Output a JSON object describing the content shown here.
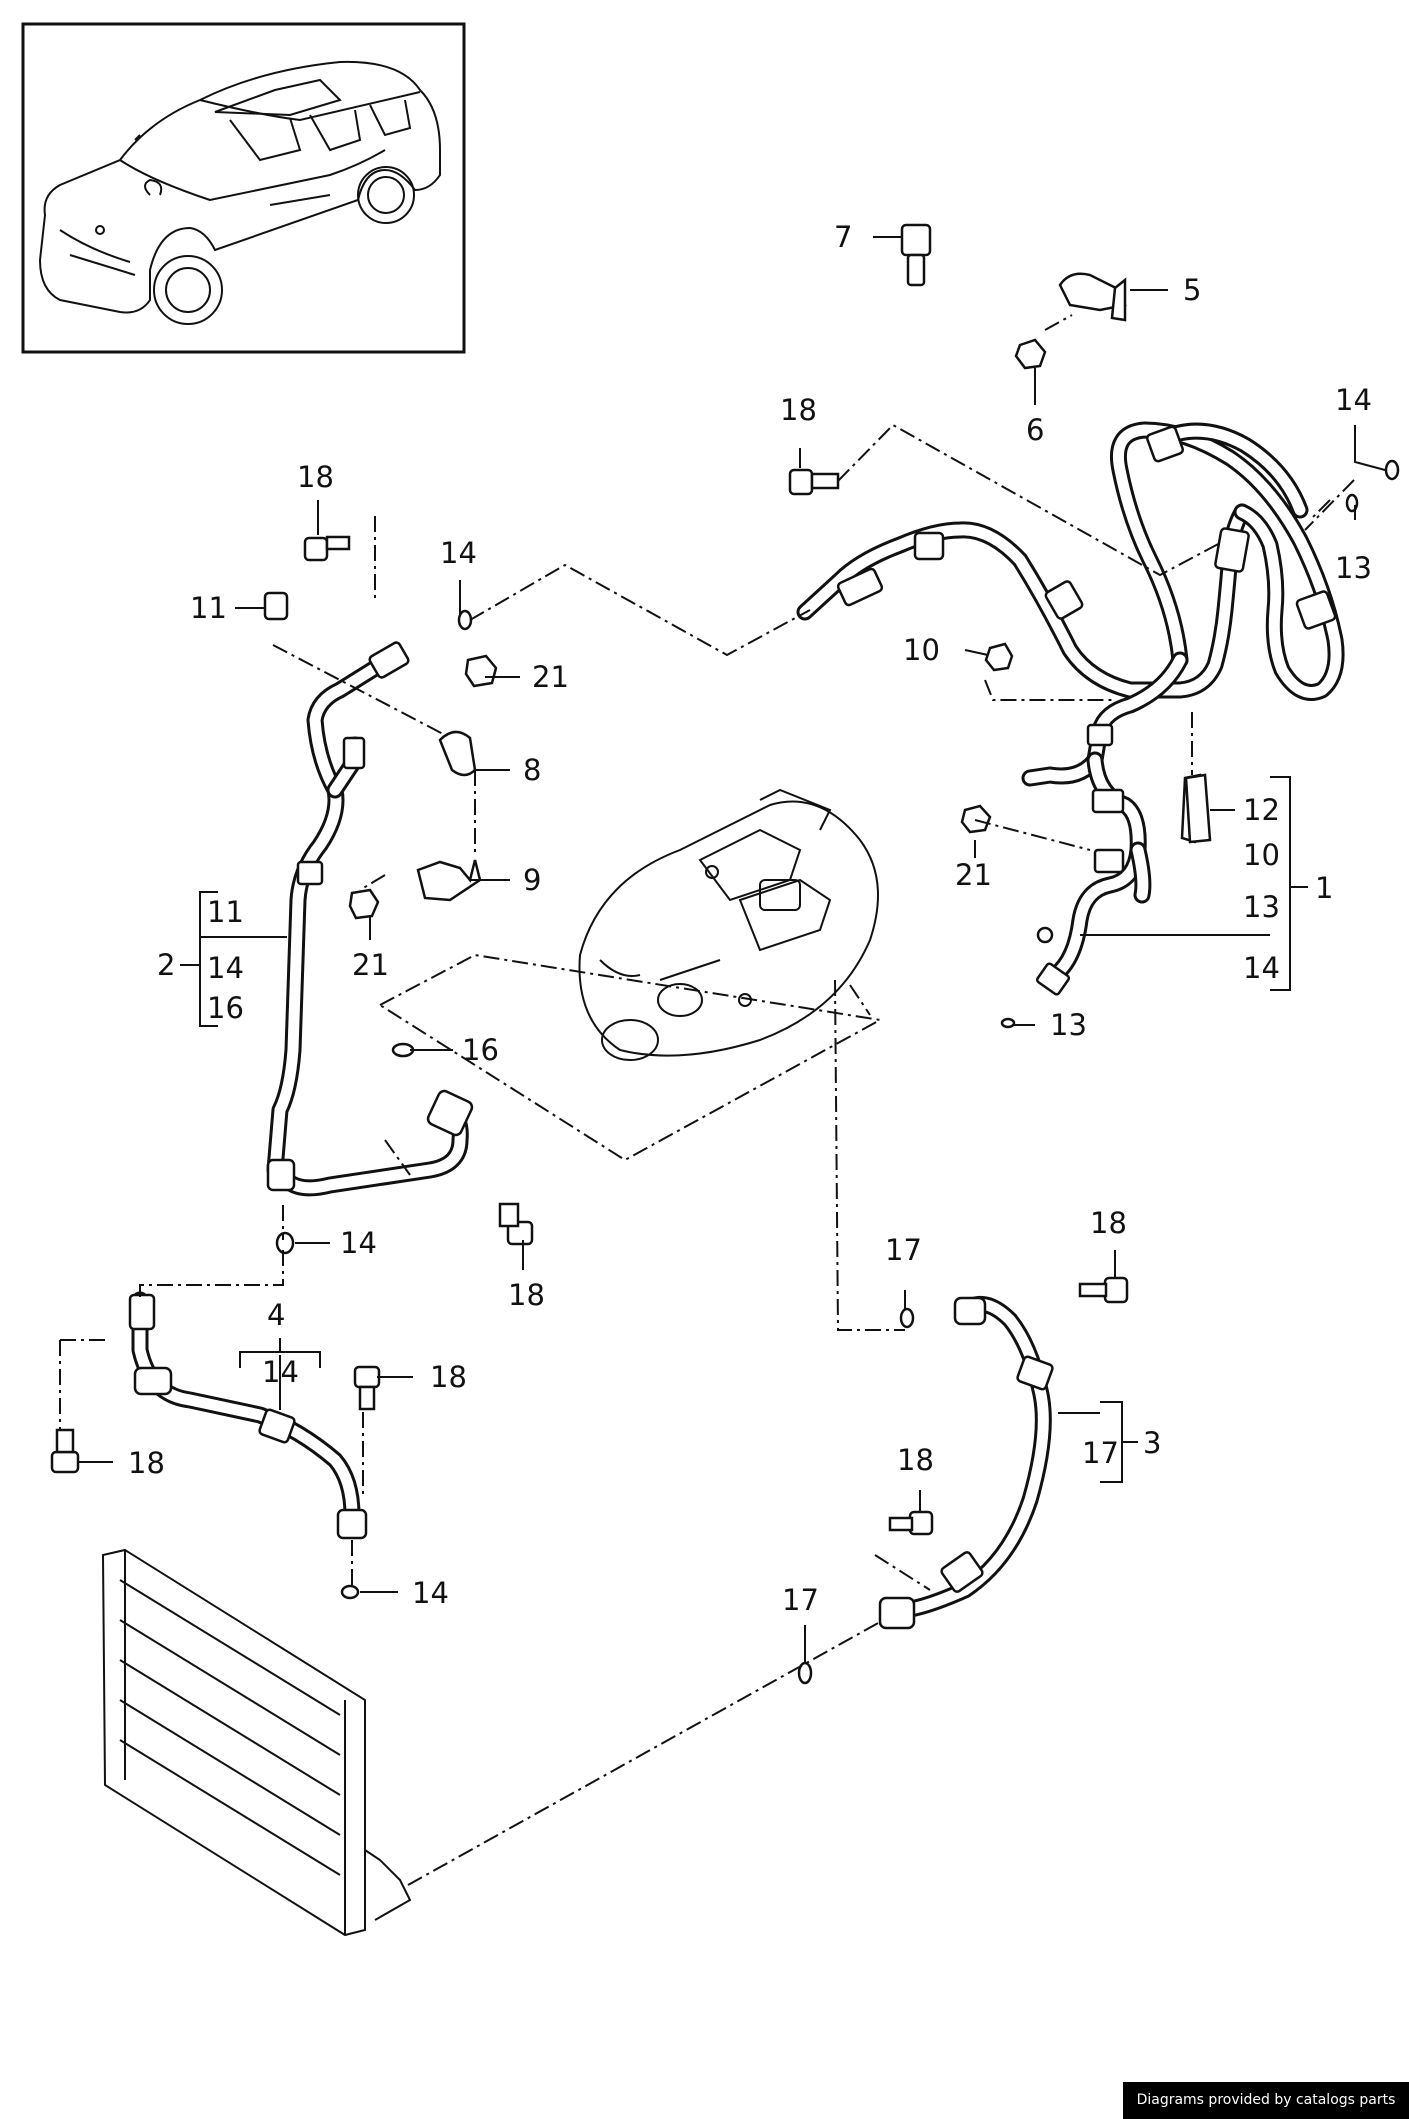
{
  "callouts": {
    "c1": "1",
    "c2": "2",
    "c3": "3",
    "c4": "4",
    "c5": "5",
    "c6": "6",
    "c7": "7",
    "c8": "8",
    "c9": "9",
    "c10": "10",
    "c11": "11",
    "c12": "12",
    "c13": "13",
    "c14": "14",
    "c16": "16",
    "c17": "17",
    "c18": "18",
    "c21": "21"
  },
  "groups": {
    "g1": [
      "12",
      "10",
      "13",
      "14"
    ],
    "g2": [
      "11",
      "14",
      "16"
    ],
    "g3": [
      "17"
    ],
    "g4": [
      "14"
    ]
  },
  "credit": "Diagrams provided by catalogs parts"
}
